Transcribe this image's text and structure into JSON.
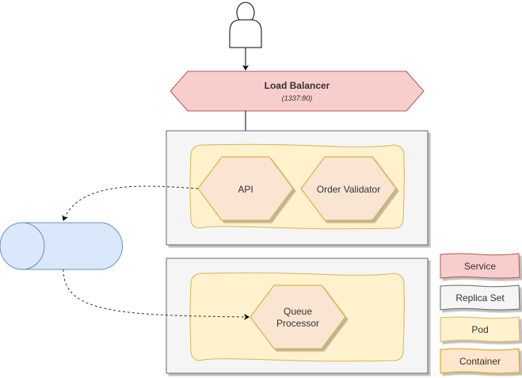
{
  "diagram": {
    "user": {
      "name": "User"
    },
    "load_balancer": {
      "title": "Load Balancer",
      "subtitle": "(1337:80)",
      "fill": "#f8cecc",
      "stroke": "#b85450"
    },
    "replica_sets": [
      {
        "pods": [
          {
            "containers": [
              {
                "label": "API"
              },
              {
                "label": "Order Validator"
              }
            ]
          }
        ]
      },
      {
        "pods": [
          {
            "containers": [
              {
                "label_line1": "Queue",
                "label_line2": "Processor"
              }
            ]
          }
        ]
      }
    ],
    "queue": {
      "name": "Queue",
      "fill": "#dae8fc",
      "stroke": "#6c8ebf"
    },
    "colors": {
      "replica_set_fill": "#f5f5f5",
      "replica_set_stroke": "#666666",
      "pod_fill": "#fff2cc",
      "pod_stroke": "#d6b656",
      "container_fill": "#fae5d3",
      "container_stroke": "#d6a82b"
    }
  },
  "legend": {
    "items": [
      {
        "label": "Service",
        "fill": "#f8cecc",
        "stroke": "#b85450"
      },
      {
        "label": "Replica Set",
        "fill": "#f5f5f5",
        "stroke": "#666666"
      },
      {
        "label": "Pod",
        "fill": "#fff2cc",
        "stroke": "#d6b656"
      },
      {
        "label": "Container",
        "fill": "#ffe6cc",
        "stroke": "#d79b00"
      }
    ]
  }
}
